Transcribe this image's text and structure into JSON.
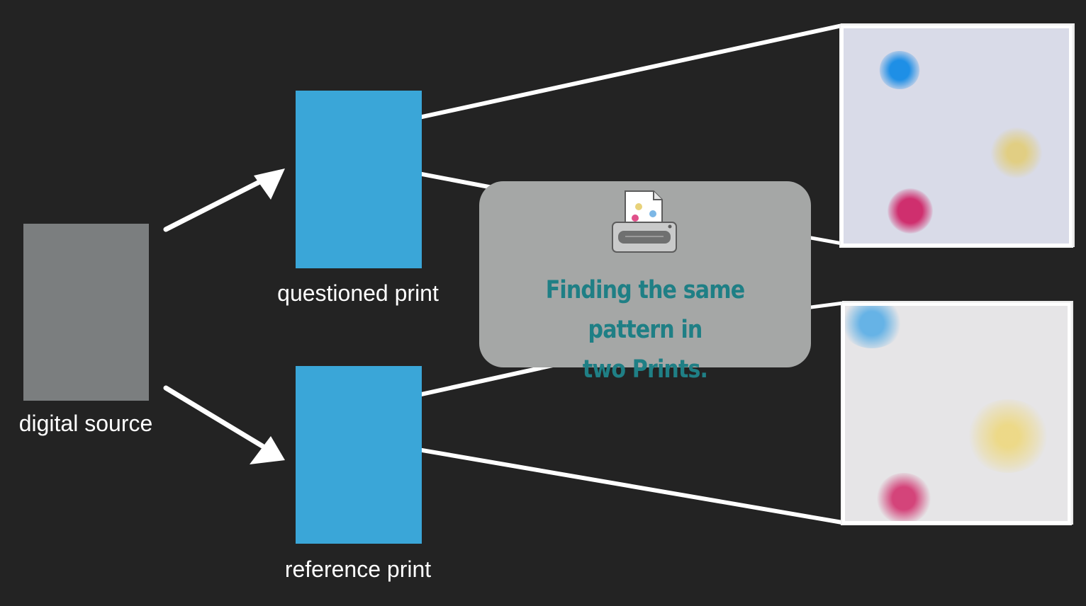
{
  "source": {
    "caption": "digital source",
    "color": "#7b7e7f"
  },
  "questioned": {
    "caption": "questioned print",
    "color": "#3aa6d8"
  },
  "reference": {
    "caption": "reference print",
    "color": "#3aa6d8"
  },
  "callout": {
    "line1": "Finding the same pattern in",
    "line2": "two Prints.",
    "text_color": "#1f7f85",
    "background": "#a5a7a6",
    "icon": "printer-icon"
  },
  "zoom_dot_colors": {
    "cyan": "#1f94e6",
    "yellow": "#e8d27a",
    "magenta": "#d8327a"
  }
}
